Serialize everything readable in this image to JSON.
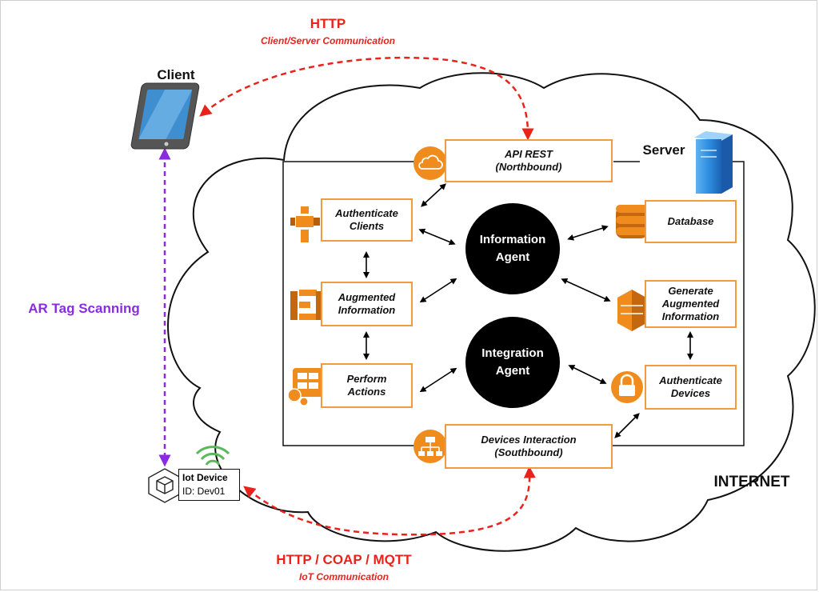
{
  "labels": {
    "http_title": "HTTP",
    "http_sub": "Client/Server Communication",
    "client": "Client",
    "server": "Server",
    "ar_scanning": "AR Tag Scanning",
    "internet": "INTERNET",
    "iot_title": "HTTP / COAP / MQTT",
    "iot_sub": "IoT Communication"
  },
  "iot_device": {
    "name": "Iot Device",
    "id": "ID: Dev01"
  },
  "boxes": {
    "api_rest": "API REST\n(Northbound)",
    "authenticate_clients": "Authenticate\nClients",
    "augmented_information": "Augmented\nInformation",
    "perform_actions": "Perform\nActions",
    "database": "Database",
    "generate_augmented": "Generate\nAugmented\nInformation",
    "authenticate_devices": "Authenticate\nDevices",
    "devices_interaction": "Devices Interaction\n(Southbound)"
  },
  "agents": {
    "information": "Information\nAgent",
    "integration": "Integration\nAgent"
  },
  "colors": {
    "http_red": "#e8231b",
    "ar_purple": "#8a2be2",
    "box_orange": "#f19a3e",
    "icon_orange": "#f08c1e",
    "server_blue": "#2f8ee0"
  },
  "icons": [
    "tablet-icon",
    "server-icon",
    "cloud-icon",
    "iam-icon",
    "step-functions-icon",
    "workflow-icon",
    "database-icon",
    "processing-icon",
    "lock-icon",
    "network-icon",
    "wifi-icon",
    "ar-tag-icon"
  ]
}
